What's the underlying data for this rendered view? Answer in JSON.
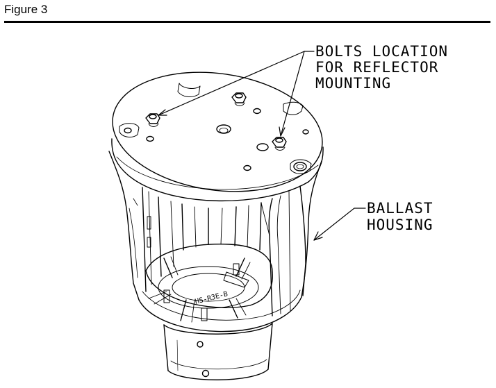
{
  "figure": {
    "title": "Figure 3"
  },
  "callouts": {
    "bolts": [
      "BOLTS LOCATION",
      "FOR REFLECTOR",
      "MOUNTING"
    ],
    "ballast": [
      "BALLAST",
      "HOUSING"
    ]
  },
  "part_marking": "HS-R3E-B"
}
